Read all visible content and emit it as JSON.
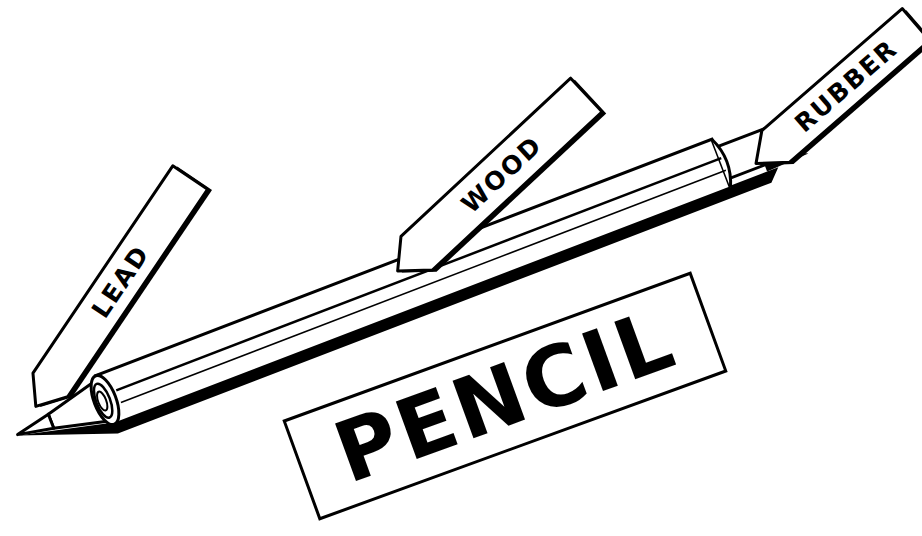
{
  "diagram": {
    "nodes": [
      {
        "text": [
          "LEAD"
        ]
      },
      {
        "text": [
          "WOOD"
        ]
      },
      {
        "text": [
          "RUBBER"
        ]
      },
      {
        "text": [
          "PENCIL"
        ]
      }
    ]
  }
}
